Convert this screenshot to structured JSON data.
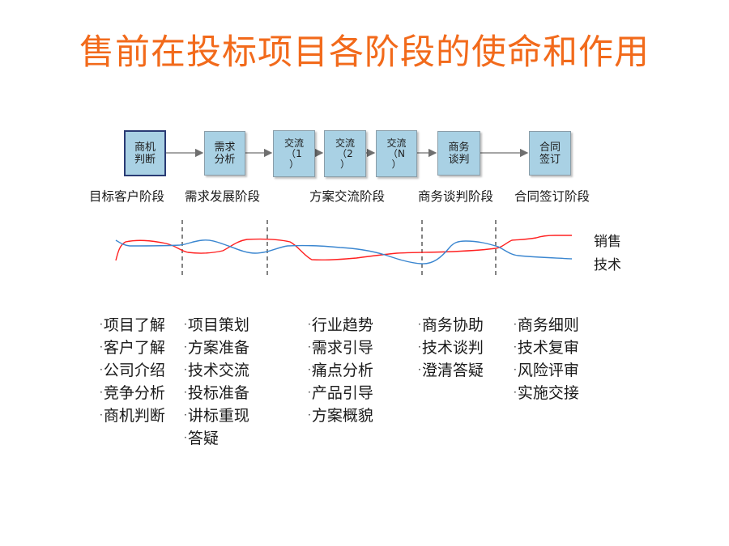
{
  "title": "售前在投标项目各阶段的使命和作用",
  "flow_boxes": [
    {
      "id": "b1",
      "label": "商机\n判断"
    },
    {
      "id": "b2",
      "label": "需求\n分析"
    },
    {
      "id": "b3",
      "label": "交流\n（1\n）"
    },
    {
      "id": "b4",
      "label": "交流\n（2\n）"
    },
    {
      "id": "b5",
      "label": "交流\n（N\n）"
    },
    {
      "id": "b6",
      "label": "商务\n谈判"
    },
    {
      "id": "b7",
      "label": "合同\n签订"
    }
  ],
  "stages": [
    "目标客户阶段",
    "需求发展阶段",
    "方案交流阶段",
    "商务谈判阶段",
    "合同签订阶段"
  ],
  "legend": {
    "sales": "销售",
    "tech": "技术"
  },
  "colors": {
    "title": "#f26a1b",
    "sales_line": "#ff2020",
    "tech_line": "#3a86d0",
    "box_fill": "#a9d1e4"
  },
  "task_columns": [
    [
      "项目了解",
      "客户了解",
      "公司介绍",
      "竞争分析",
      "商机判断"
    ],
    [
      "项目策划",
      "方案准备",
      "技术交流",
      "投标准备",
      "讲标重现",
      "答疑"
    ],
    [
      "行业趋势",
      "需求引导",
      "痛点分析",
      "产品引导",
      "方案概貌"
    ],
    [
      "商务协助",
      "技术谈判",
      "澄清答疑"
    ],
    [
      "商务细则",
      "技术复审",
      "风险评审",
      "实施交接"
    ]
  ]
}
